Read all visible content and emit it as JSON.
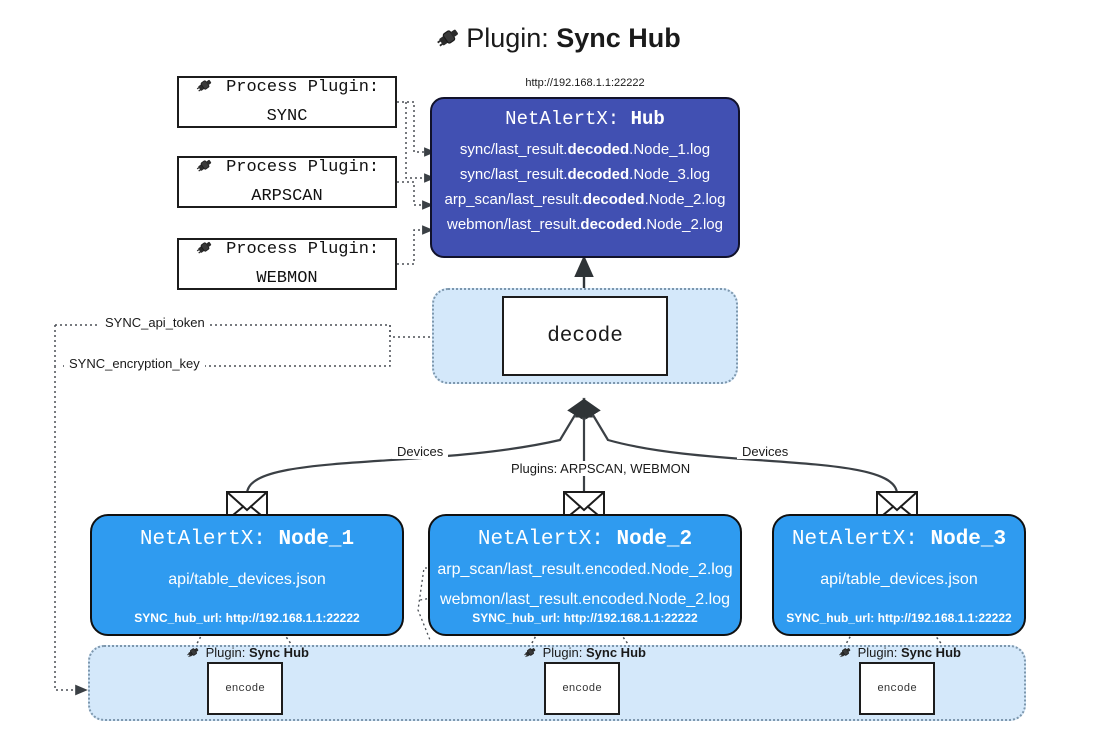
{
  "title": {
    "prefix": "Plugin: ",
    "name": "Sync Hub",
    "icon": "plug-icon"
  },
  "colors": {
    "hub_fill": "#4150b2",
    "node_fill": "#2f9bf0",
    "container_fill": "#d4e8fa",
    "container_border": "#7d97ad",
    "stroke": "#1c1c1c",
    "text_light": "#ffffff"
  },
  "process_plugins": [
    {
      "line1": "Process Plugin:",
      "line2": "SYNC",
      "icon": "plug-icon"
    },
    {
      "line1": "Process Plugin:",
      "line2": "ARPSCAN",
      "icon": "plug-icon"
    },
    {
      "line1": "Process Plugin:",
      "line2": "WEBMON",
      "icon": "plug-icon"
    }
  ],
  "hub": {
    "url": "http://192.168.1.1:22222",
    "title_prefix": "NetAlertX: ",
    "title_name": "Hub",
    "logs": [
      {
        "pre": "sync/last_result.",
        "bold": "decoded",
        "post": ".Node_1.log"
      },
      {
        "pre": "sync/last_result.",
        "bold": "decoded",
        "post": ".Node_3.log"
      },
      {
        "pre": "arp_scan/last_result.",
        "bold": "decoded",
        "post": ".Node_2.log"
      },
      {
        "pre": "webmon/last_result.",
        "bold": "decoded",
        "post": ".Node_2.log"
      }
    ]
  },
  "decode": {
    "label": "decode"
  },
  "settings": [
    {
      "label": "SYNC_api_token"
    },
    {
      "label": "SYNC_encryption_key"
    }
  ],
  "edge_labels": {
    "devices_left": "Devices",
    "devices_right": "Devices",
    "plugins_center": "Plugins: ARPSCAN, WEBMON"
  },
  "nodes": [
    {
      "title_prefix": "NetAlertX: ",
      "title_name": "Node_1",
      "lines": [
        "api/table_devices.json"
      ],
      "footer": "SYNC_hub_url: http://192.168.1.1:22222",
      "envelope_icon": "envelope-icon"
    },
    {
      "title_prefix": "NetAlertX: ",
      "title_name": "Node_2",
      "lines": [
        "arp_scan/last_result.encoded.Node_2.log",
        "webmon/last_result.encoded.Node_2.log"
      ],
      "footer": "SYNC_hub_url: http://192.168.1.1:22222",
      "envelope_icon": "envelope-icon"
    },
    {
      "title_prefix": "NetAlertX: ",
      "title_name": "Node_3",
      "lines": [
        "api/table_devices.json"
      ],
      "footer": "SYNC_hub_url: http://192.168.1.1:22222",
      "envelope_icon": "envelope-icon"
    }
  ],
  "encoders": [
    {
      "plugin_prefix": "Plugin: ",
      "plugin_name": "Sync Hub",
      "label": "encode",
      "icon": "plug-icon"
    },
    {
      "plugin_prefix": "Plugin: ",
      "plugin_name": "Sync Hub",
      "label": "encode",
      "icon": "plug-icon"
    },
    {
      "plugin_prefix": "Plugin: ",
      "plugin_name": "Sync Hub",
      "label": "encode",
      "icon": "plug-icon"
    }
  ]
}
